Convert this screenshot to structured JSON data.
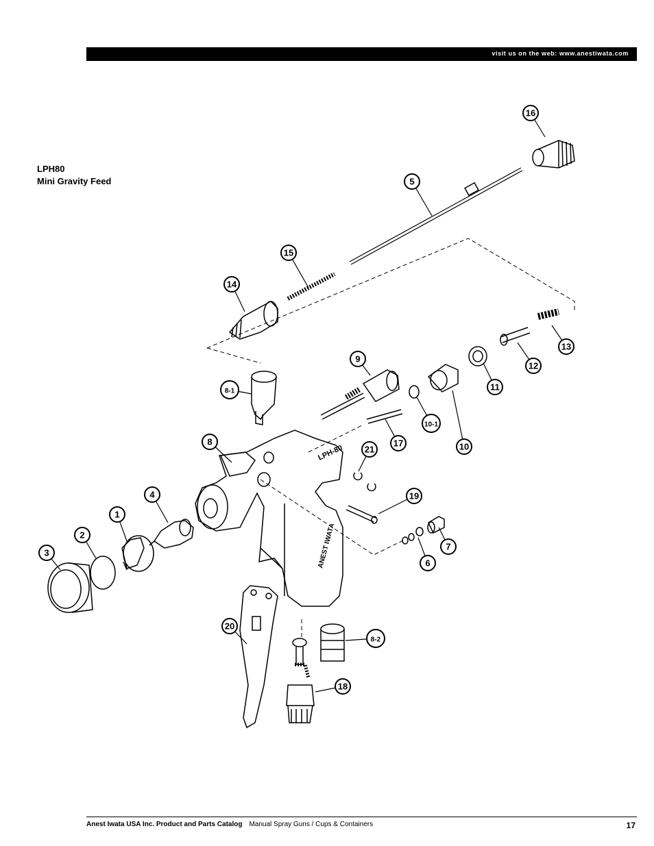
{
  "header": {
    "web_text": "visit us on the web: www.anestiwata.com"
  },
  "model": {
    "code": "LPH80",
    "name": "Mini Gravity Feed"
  },
  "parts": [
    {
      "id": "16",
      "label": "16"
    },
    {
      "id": "5",
      "label": "5"
    },
    {
      "id": "15",
      "label": "15"
    },
    {
      "id": "14",
      "label": "14"
    },
    {
      "id": "13",
      "label": "13"
    },
    {
      "id": "12",
      "label": "12"
    },
    {
      "id": "11",
      "label": "11"
    },
    {
      "id": "9",
      "label": "9"
    },
    {
      "id": "8-1",
      "label": "8-1"
    },
    {
      "id": "10-1",
      "label": "10-1"
    },
    {
      "id": "17",
      "label": "17"
    },
    {
      "id": "10",
      "label": "10"
    },
    {
      "id": "8",
      "label": "8"
    },
    {
      "id": "21",
      "label": "21"
    },
    {
      "id": "4",
      "label": "4"
    },
    {
      "id": "19",
      "label": "19"
    },
    {
      "id": "1",
      "label": "1"
    },
    {
      "id": "2",
      "label": "2"
    },
    {
      "id": "7",
      "label": "7"
    },
    {
      "id": "3",
      "label": "3"
    },
    {
      "id": "6",
      "label": "6"
    },
    {
      "id": "20",
      "label": "20"
    },
    {
      "id": "8-2",
      "label": "8-2"
    },
    {
      "id": "18",
      "label": "18"
    }
  ],
  "gun_marking": {
    "model_text": "LPH-80",
    "brand_text": "ANEST IWATA"
  },
  "footer": {
    "catalog": "Anest Iwata USA Inc. Product and Parts Catalog",
    "section": "Manual Spray Guns / Cups & Containers",
    "page": "17"
  }
}
